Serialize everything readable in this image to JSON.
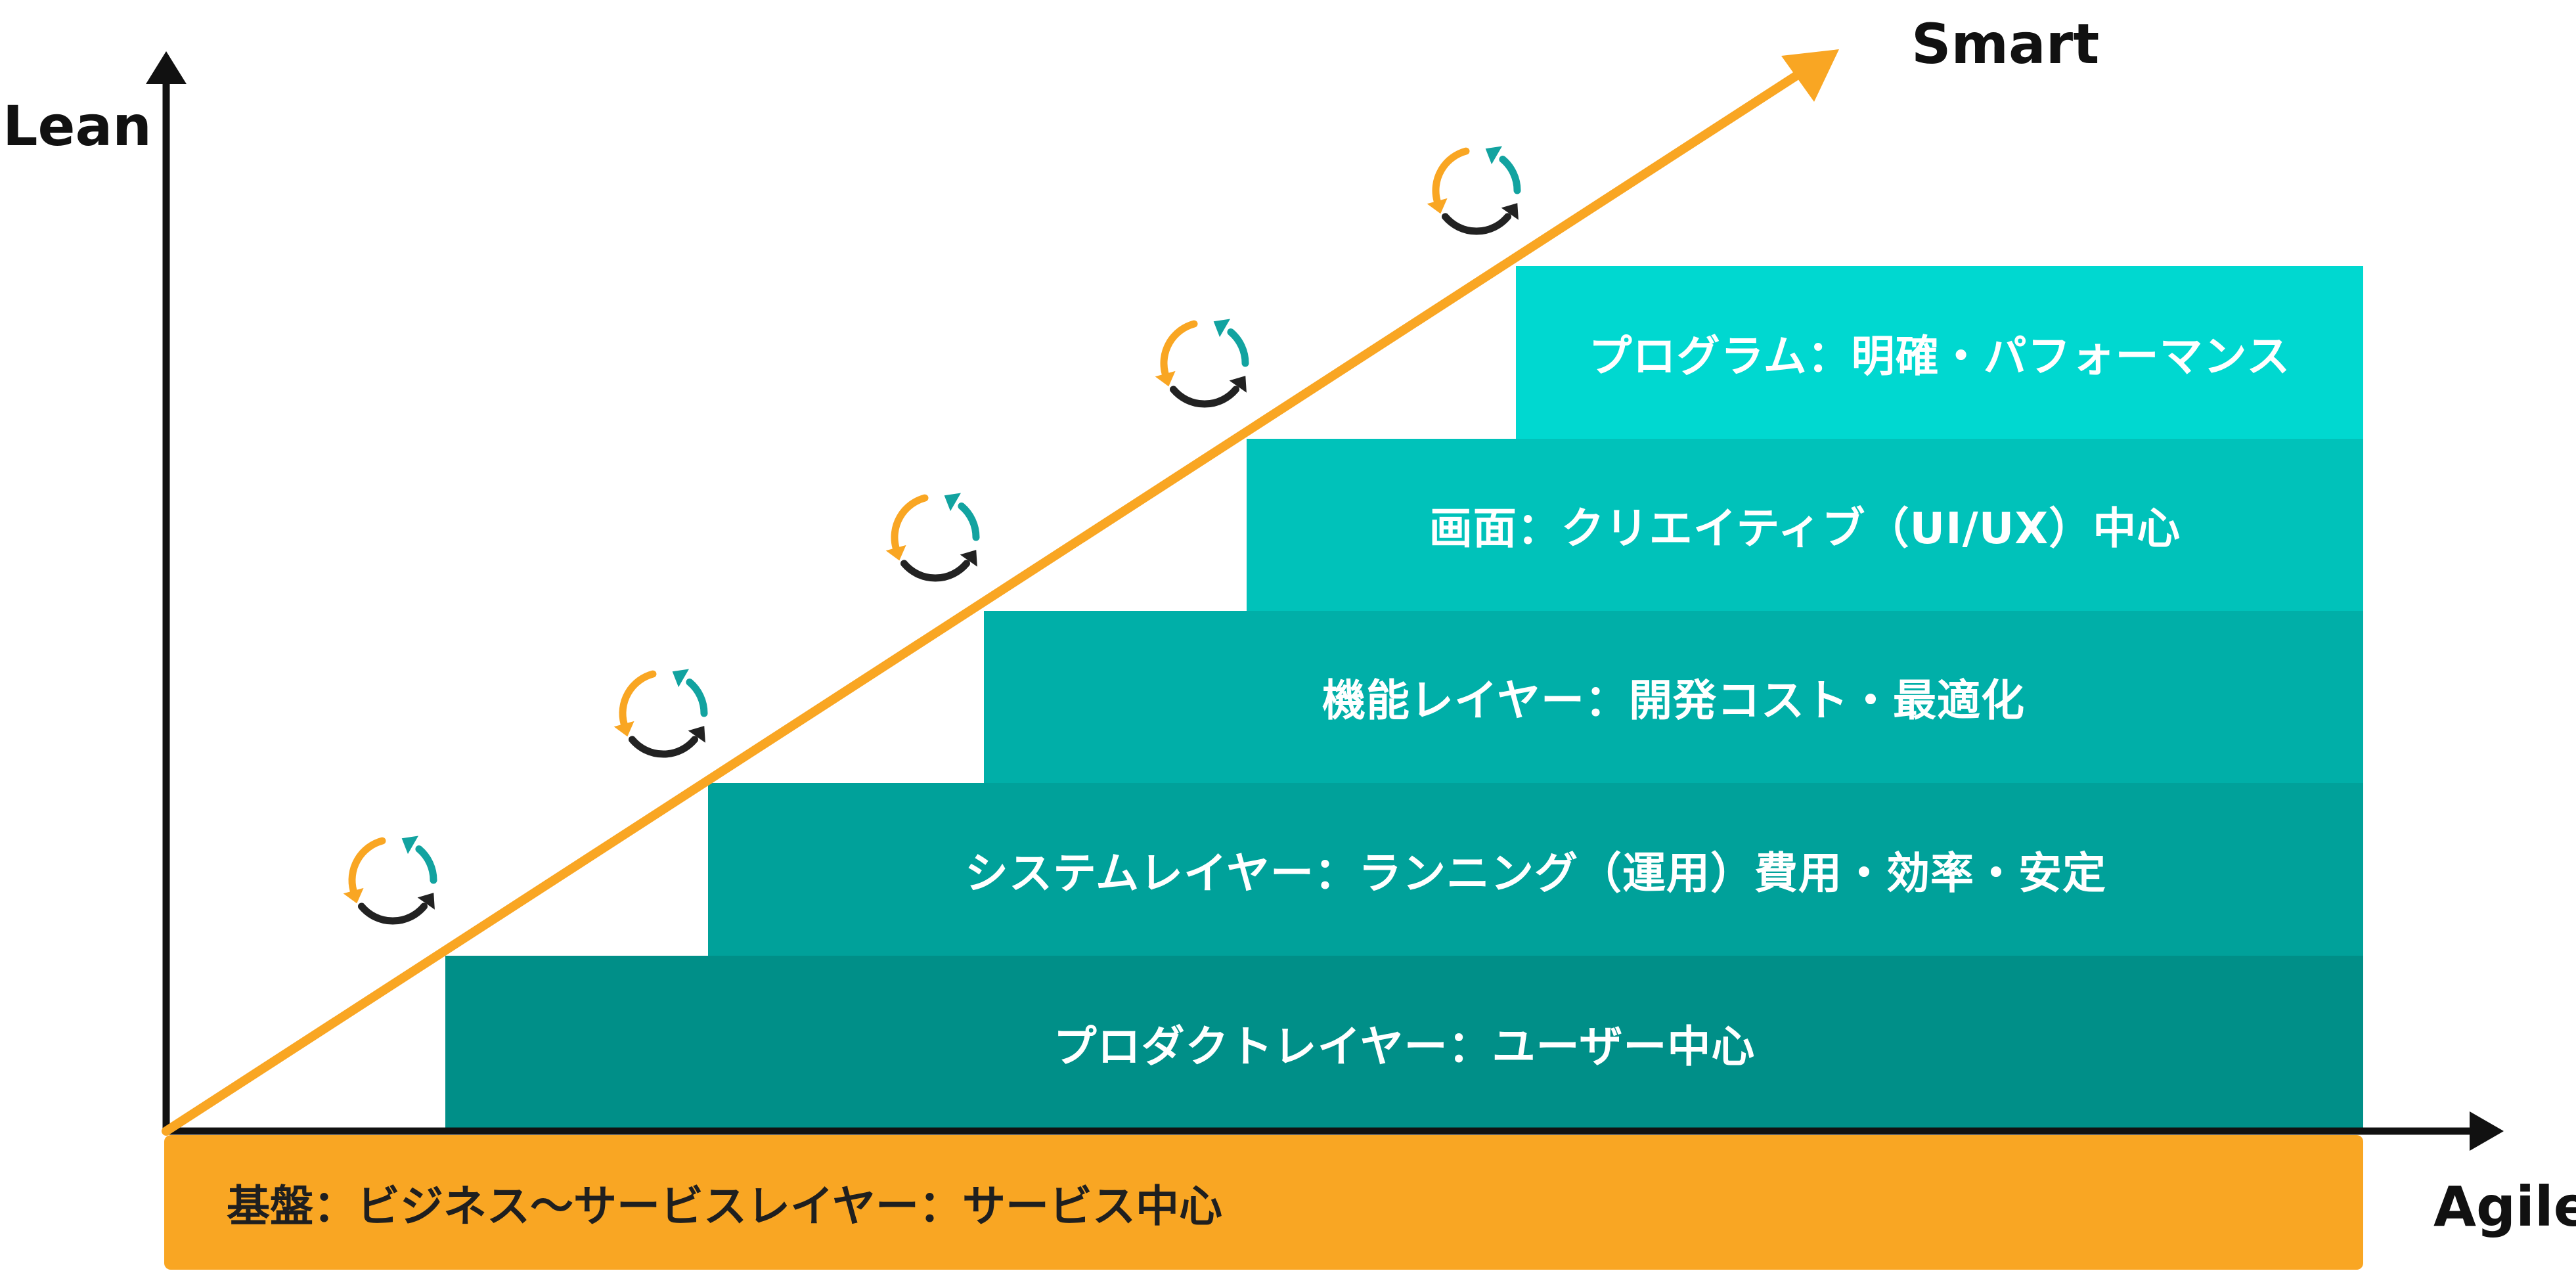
{
  "axes": {
    "y_label": "Lean",
    "x_label": "Agile",
    "diagonal_label": "Smart"
  },
  "steps": [
    {
      "label": "プロダクトレイヤー：ユーザー中心",
      "color": "#008f88"
    },
    {
      "label": "システムレイヤー：ランニング（運用）費用・効率・安定",
      "color": "#00a19a"
    },
    {
      "label": "機能レイヤー：開発コスト・最適化",
      "color": "#00afa8"
    },
    {
      "label": "画面：クリエイティブ（UI/UX）中心",
      "color": "#00c2ba"
    },
    {
      "label": "プログラム：明確・パフォーマンス",
      "color": "#00d8d0"
    }
  ],
  "base": {
    "label": "基盤：ビジネス〜サービスレイヤー：サービス中心",
    "color": "#f9a623"
  },
  "colors": {
    "arrow": "#f9a623",
    "axis": "#111111",
    "cycle_orange": "#f9a623",
    "cycle_teal": "#12a3a0",
    "cycle_dark": "#222222"
  },
  "cycle_icon": "refresh-cycle-icon"
}
